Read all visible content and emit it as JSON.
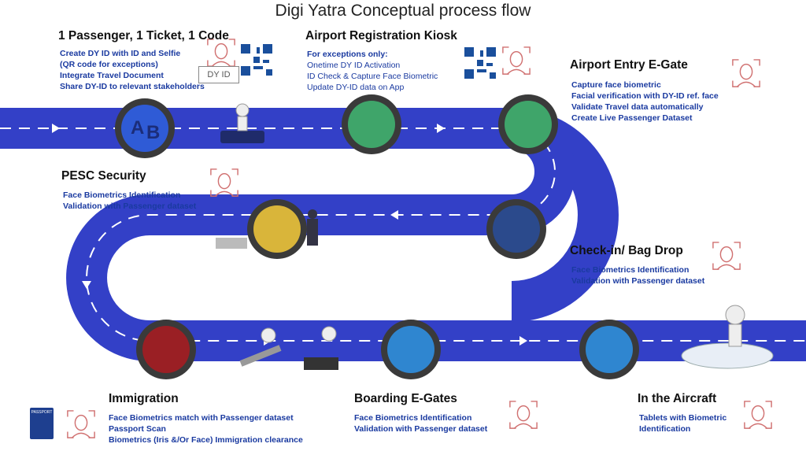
{
  "title": "Digi Yatra Conceptual process flow",
  "colors": {
    "road": "#3340c7",
    "accent_text": "#1a3aa0",
    "face_icon": "#d07070",
    "node_ring": "#3a3a3a"
  },
  "steps": [
    {
      "id": "passenger",
      "title": "1 Passenger, 1 Ticket, 1 Code",
      "lines": [
        "Create DY ID with ID and Selfie",
        "(QR code for exceptions)",
        "Integrate Travel Document",
        "Share DY-ID to relevant  stakeholders"
      ],
      "badge": "DY ID"
    },
    {
      "id": "kiosk",
      "title": "Airport Registration Kiosk",
      "lines": [
        "For exceptions only:",
        "Onetime DY ID Activation",
        "ID Check & Capture Face Biometric",
        "Update DY-ID data on App"
      ]
    },
    {
      "id": "entry",
      "title": "Airport Entry E-Gate",
      "lines": [
        "Capture face biometric",
        "Facial verification with DY-ID ref. face",
        "Validate Travel data automatically",
        "Create Live Passenger Dataset"
      ]
    },
    {
      "id": "pesc",
      "title": "PESC Security",
      "lines": [
        "Face Biometrics Identification",
        "Validation with Passenger dataset"
      ]
    },
    {
      "id": "checkin",
      "title": "Check-in/ Bag Drop",
      "lines": [
        "Face Biometrics Identification",
        "Validation with Passenger dataset"
      ]
    },
    {
      "id": "immigration",
      "title": "Immigration",
      "lines": [
        "Face Biometrics match with  Passenger dataset",
        "Passport Scan",
        "Biometrics (Iris &/Or Face) Immigration clearance"
      ]
    },
    {
      "id": "boarding",
      "title": "Boarding E-Gates",
      "lines": [
        "Face Biometrics Identification",
        "Validation with Passenger dataset"
      ]
    },
    {
      "id": "aircraft",
      "title": "In the Aircraft",
      "lines": [
        "Tablets with Biometric",
        "Identification"
      ]
    }
  ],
  "icons": [
    "face-scan-icon",
    "qr-code-icon",
    "passport-icon",
    "airplane-icon",
    "passenger-figure-icon"
  ],
  "passport_label": "PASSPORT",
  "node_letters": [
    "A",
    "B"
  ]
}
